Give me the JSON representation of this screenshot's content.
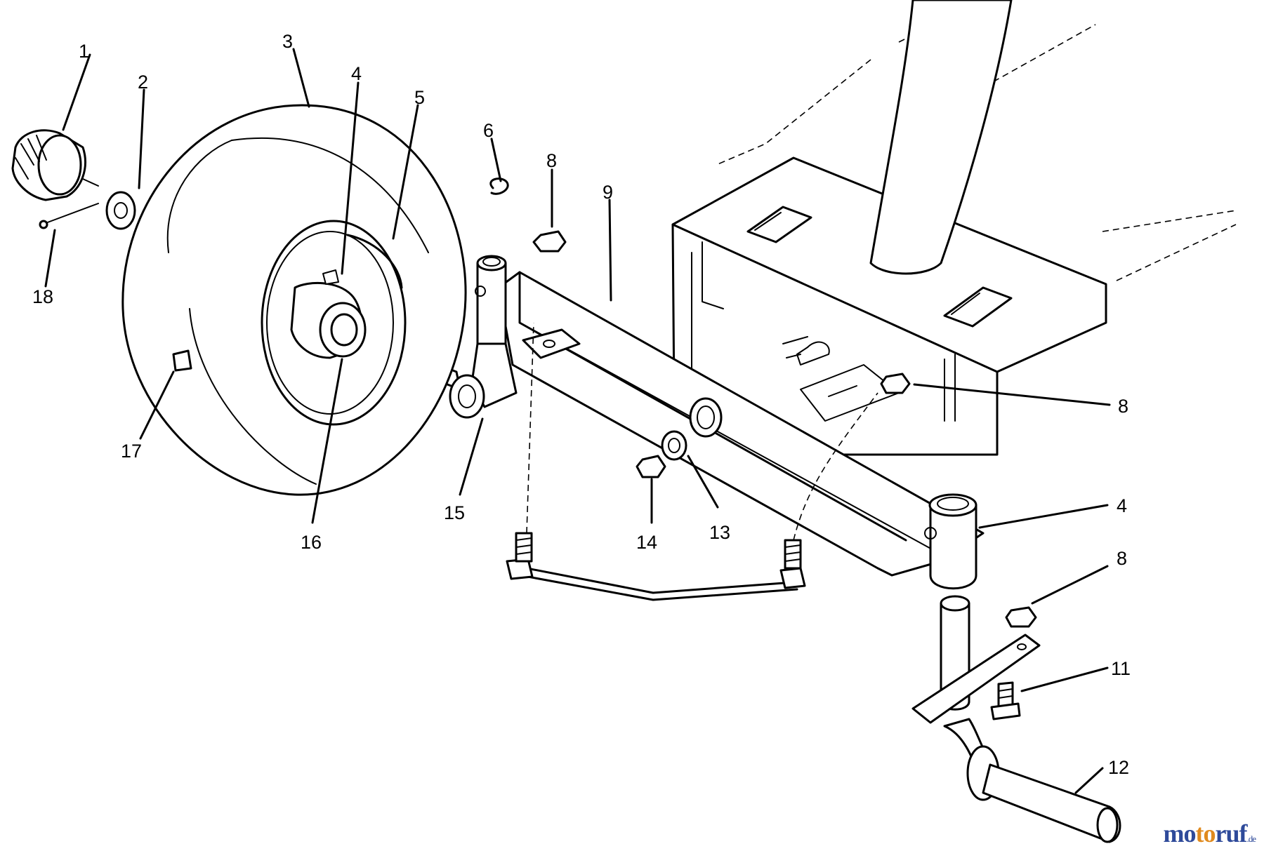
{
  "callouts": [
    {
      "id": "c1",
      "label": "1"
    },
    {
      "id": "c2",
      "label": "2"
    },
    {
      "id": "c3",
      "label": "3"
    },
    {
      "id": "c4a",
      "label": "4"
    },
    {
      "id": "c5",
      "label": "5"
    },
    {
      "id": "c6",
      "label": "6"
    },
    {
      "id": "c8a",
      "label": "8"
    },
    {
      "id": "c9",
      "label": "9"
    },
    {
      "id": "c8b",
      "label": "8"
    },
    {
      "id": "c18",
      "label": "18"
    },
    {
      "id": "c17",
      "label": "17"
    },
    {
      "id": "c15",
      "label": "15"
    },
    {
      "id": "c16",
      "label": "16"
    },
    {
      "id": "c14",
      "label": "14"
    },
    {
      "id": "c13",
      "label": "13"
    },
    {
      "id": "c4b",
      "label": "4"
    },
    {
      "id": "c8c",
      "label": "8"
    },
    {
      "id": "c11",
      "label": "11"
    },
    {
      "id": "c12",
      "label": "12"
    }
  ],
  "watermark": {
    "part1": "mo",
    "part2": "to",
    "part3": "ruf",
    "tld": ".de",
    "colors": {
      "part1": "#2e4a9a",
      "part2": "#e08a1e",
      "part3": "#2e4a9a"
    }
  }
}
